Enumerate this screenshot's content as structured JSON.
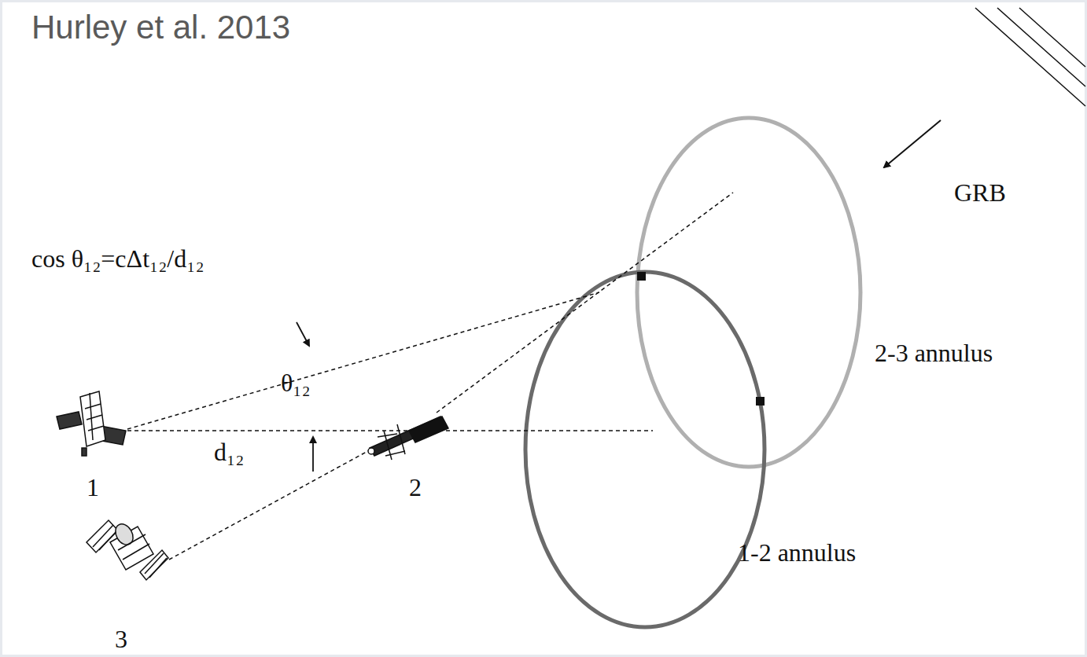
{
  "diagram": {
    "title": "Hurley et al. 2013",
    "labels": [
      "GRB",
      "cos θ₁₂=cΔt₁₂/d₁₂",
      "θ₁₂",
      "d₁₂",
      "1",
      "2",
      "3",
      "2-3 annulus",
      "1-2 annulus"
    ]
  }
}
